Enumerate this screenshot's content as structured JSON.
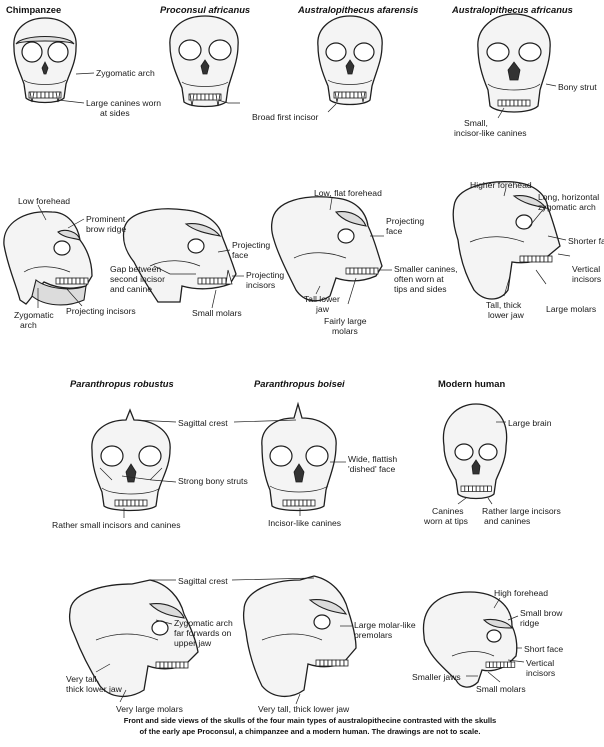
{
  "titles": {
    "chimp": "Chimpanzee",
    "proconsul": "Proconsul africanus",
    "afarensis": "Australopithecus afarensis",
    "africanus": "Australopithecus africanus",
    "robustus": "Paranthropus robustus",
    "boisei": "Paranthropus boisei",
    "human": "Modern human"
  },
  "labels": {
    "zygomatic_arch": "Zygomatic arch",
    "large_canines_1": "Large canines worn",
    "large_canines_2": "at sides",
    "broad_first_incisor": "Broad first incisor",
    "bony_strut": "Bony strut",
    "small_incisor_1": "Small,",
    "small_incisor_2": "incisor-like canines",
    "low_forehead": "Low forehead",
    "prominent_brow_1": "Prominent",
    "prominent_brow_2": "brow ridge",
    "zygomatic_arch_2a": "Zygomatic",
    "zygomatic_arch_2b": "arch",
    "projecting_incisors_1": "Projecting incisors",
    "gap_1": "Gap between",
    "gap_2": "second incisor",
    "gap_3": "and canine",
    "projecting_face_1a": "Projecting",
    "projecting_face_1b": "face",
    "projecting_incisors_2a": "Projecting",
    "projecting_incisors_2b": "incisors",
    "small_molars_1": "Small molars",
    "low_flat_forehead": "Low, flat forehead",
    "projecting_face_2a": "Projecting",
    "projecting_face_2b": "face",
    "tall_lower_jaw_1": "Tall lower",
    "tall_lower_jaw_2": "jaw",
    "smaller_canines_1": "Smaller canines,",
    "smaller_canines_2": "often worn at",
    "smaller_canines_3": "tips and sides",
    "fairly_large_1": "Fairly large",
    "fairly_large_2": "molars",
    "higher_forehead": "Higher forehead",
    "long_zyg_1": "Long, horizontal",
    "long_zyg_2": "zygomatic arch",
    "shorter_face": "Shorter face",
    "vertical_incisors_1a": "Vertical",
    "vertical_incisors_1b": "incisors",
    "tall_thick_1": "Tall, thick",
    "tall_thick_2": "lower jaw",
    "large_molars": "Large molars",
    "sagittal_crest_1": "Sagittal crest",
    "strong_bony_struts": "Strong bony struts",
    "rather_small": "Rather small incisors and canines",
    "wide_flattish_1": "Wide, flattish",
    "wide_flattish_2": "'dished' face",
    "incisor_like": "Incisor-like canines",
    "large_brain": "Large brain",
    "canines_worn_1": "Canines",
    "canines_worn_2": "worn at tips",
    "rather_large_1": "Rather large incisors",
    "rather_large_2": "and canines",
    "sagittal_crest_2": "Sagittal crest",
    "zyg_far_1": "Zygomatic arch",
    "zyg_far_2": "far forwards on",
    "zyg_far_3": "upper jaw",
    "very_tall_1": "Very tall,",
    "very_tall_2": "thick lower jaw",
    "very_large_molars": "Very large molars",
    "large_molar_like_1": "Large molar-like",
    "large_molar_like_2": "premolars",
    "very_tall_thick": "Very tall, thick lower jaw",
    "high_forehead": "High forehead",
    "small_brow_1": "Small brow",
    "small_brow_2": "ridge",
    "short_face": "Short face",
    "vertical_incisors_2a": "Vertical",
    "vertical_incisors_2b": "incisors",
    "smaller_jaws": "Smaller jaws",
    "small_molars_2": "Small molars"
  },
  "caption": {
    "line1": "Front and side views of the skulls of the four main types of australopithecine contrasted with the skulls",
    "line2": "of the early ape Proconsul, a chimpanzee and a modern human. The drawings are not to scale."
  }
}
